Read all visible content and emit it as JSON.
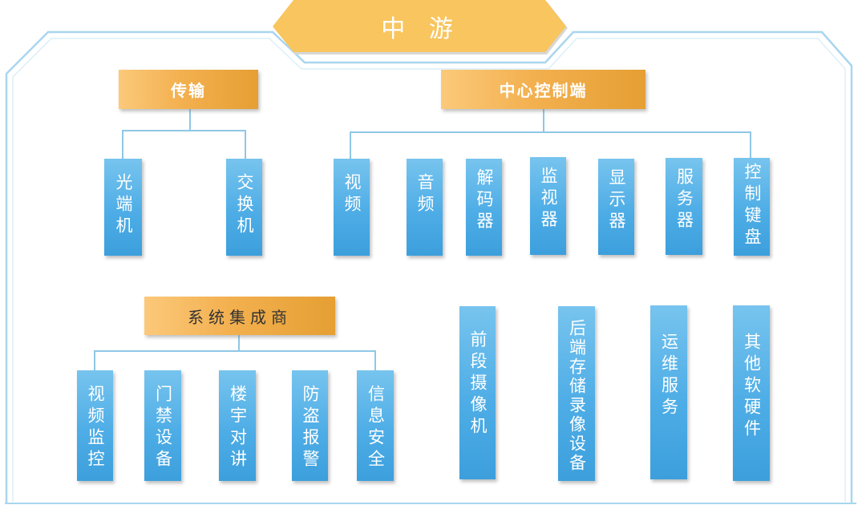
{
  "title": "中 游",
  "groups": {
    "transport": {
      "label": "传输",
      "items": [
        "光端机",
        "交换机"
      ]
    },
    "control_center": {
      "label": "中心控制端",
      "items": [
        "视频",
        "音频",
        "解码器",
        "监视器",
        "显示器",
        "服务器",
        "控制键盘"
      ]
    },
    "integrator": {
      "label": "系统集成商",
      "items": [
        "视频监控",
        "门禁设备",
        "楼宇对讲",
        "防盗报警",
        "信息安全"
      ]
    },
    "standalone": [
      "前段摄像机",
      "后端存储录像设备",
      "运维服务",
      "其他软硬件"
    ]
  }
}
